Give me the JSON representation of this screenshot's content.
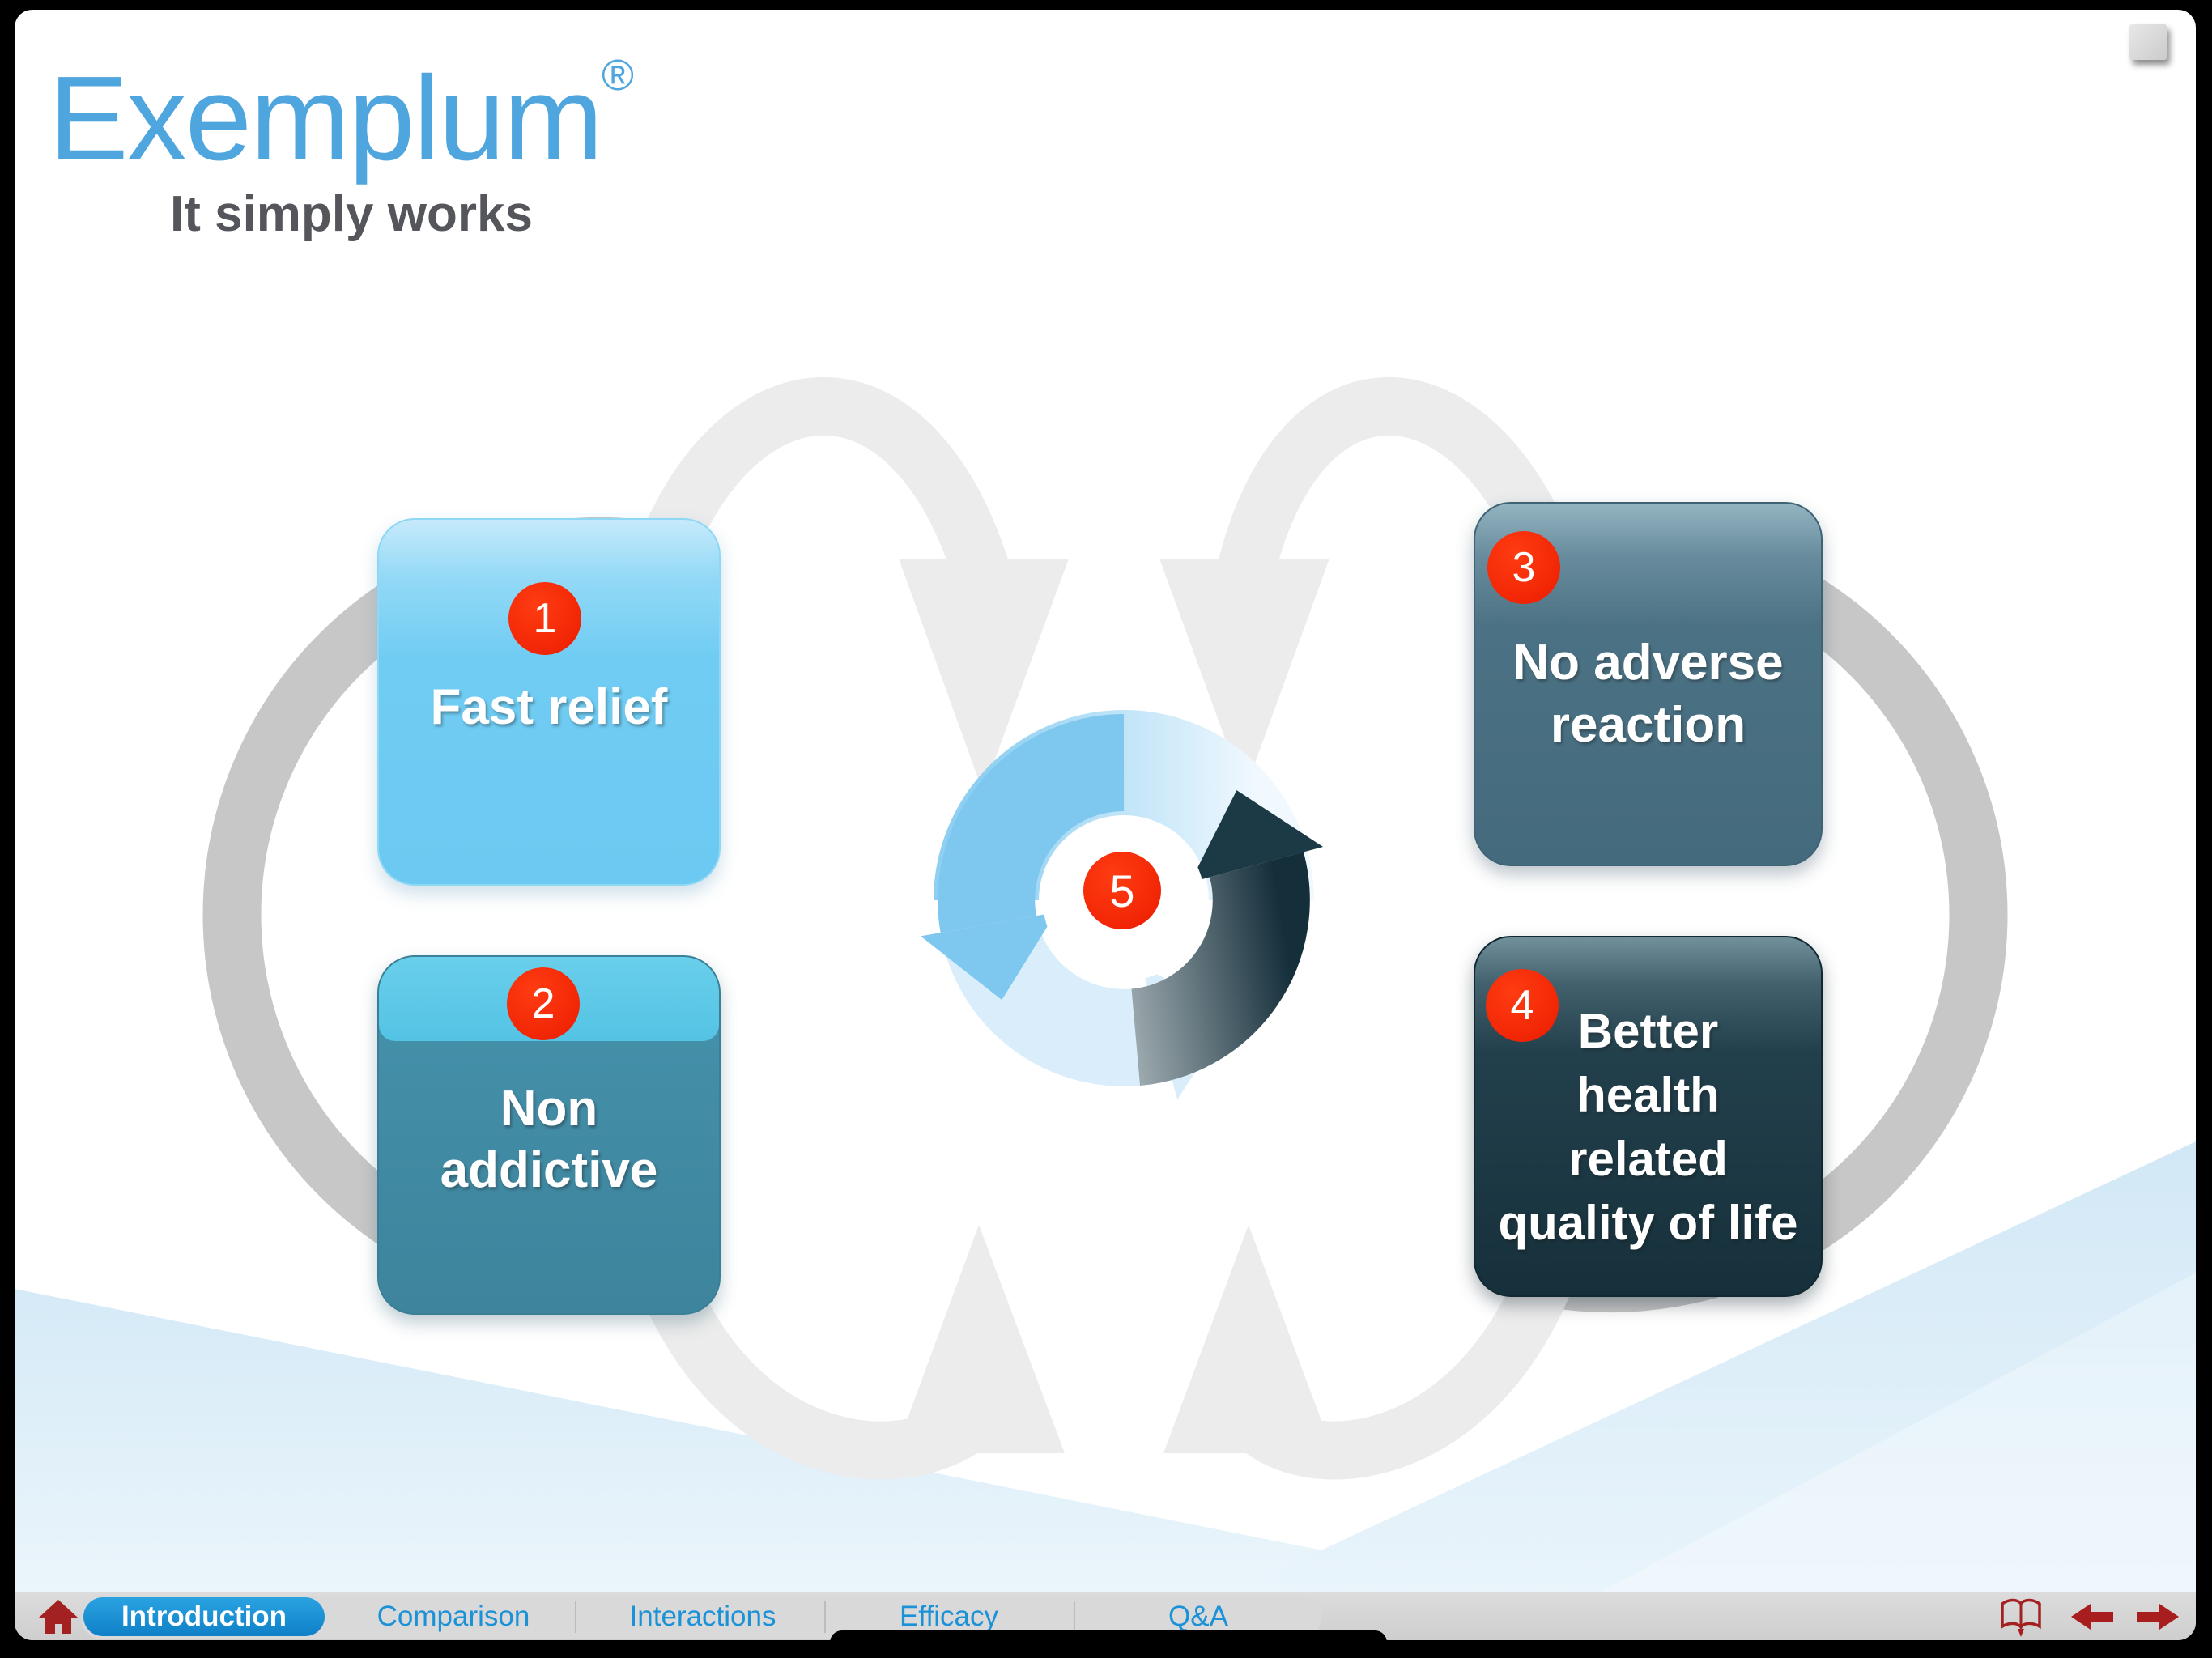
{
  "logo": {
    "brand": "Exemplum",
    "trademark": "®",
    "tagline": "It simply works"
  },
  "benefits": [
    {
      "number": "1",
      "label": "Fast relief"
    },
    {
      "number": "2",
      "label": "Non\naddictive"
    },
    {
      "number": "3",
      "label": "No adverse\nreaction"
    },
    {
      "number": "4",
      "label": "Better\nhealth\nrelated\nquality of life"
    }
  ],
  "center": {
    "number": "5"
  },
  "nav": {
    "tabs": [
      {
        "label": "Introduction",
        "active": true
      },
      {
        "label": "Comparison",
        "active": false
      },
      {
        "label": "Interactions",
        "active": false
      },
      {
        "label": "Efficacy",
        "active": false
      },
      {
        "label": "Q&A",
        "active": false
      }
    ]
  },
  "icons": {
    "home": "home-icon",
    "book": "book-icon",
    "previous": "arrow-left-icon",
    "next": "arrow-right-icon",
    "note": "note-corner-button"
  },
  "colors": {
    "logo_blue": "#4FA6DE",
    "tagline_gray": "#55565B",
    "accent_tab_blue": "#1B92D8",
    "active_tab_fill": "#1689D2",
    "badge_red": "#F02404",
    "nav_icon_red": "#A32121",
    "card1_blue": "#6CC9F1",
    "card2_teal": "#41869E",
    "card2_header_sky": "#54C3E4",
    "card3_slate": "#446A7D",
    "card4_navy": "#16303B",
    "ring_gray": "#C7C7C7",
    "ring_light_gray": "#ECECEC",
    "wedge_blue": "#D5EAF7"
  }
}
